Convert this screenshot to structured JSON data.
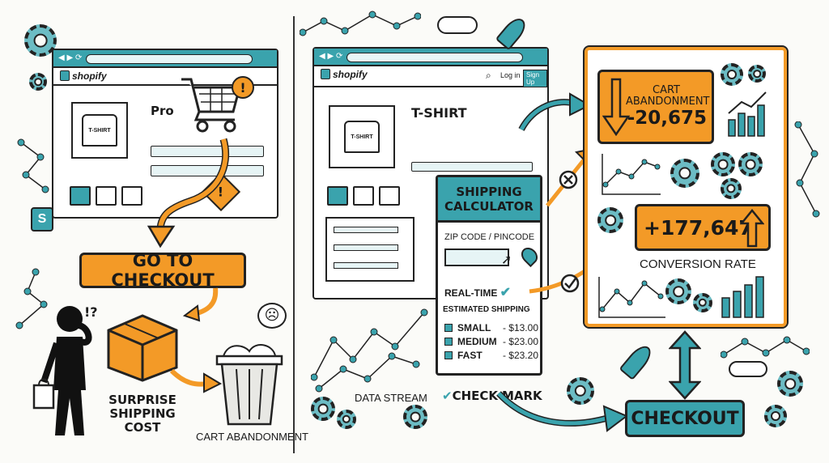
{
  "left_panel": {
    "logo_text": "shopify",
    "product_title": "Pro",
    "tshirt_text": "T-SHIRT",
    "checkout_label": "GO TO CHECKOUT",
    "surprise_label": "SURPRISE SHIPPING COST",
    "abandon_label": "CART ABANDONMENT",
    "confused_mark": "!?",
    "alert_mark": "!"
  },
  "middle_panel": {
    "logo_text": "shopify",
    "login_text": "Log in",
    "signup_text": "Sign Up",
    "product_title": "T-SHIRT",
    "tshirt_text": "T-SHIRT",
    "calculator": {
      "title": "SHIPPING CALCULATOR",
      "zip_label": "ZIP CODE / PINCODE",
      "realtime_label": "REAL-TIME",
      "estimated_label": "ESTIMATED SHIPPING",
      "options": [
        {
          "name": "SMALL",
          "price": "- $13.00"
        },
        {
          "name": "MEDIUM",
          "price": "- $23.00"
        },
        {
          "name": "FAST",
          "price": "- $23.20"
        }
      ]
    },
    "data_stream_label": "DATA STREAM",
    "checkmark_label": "CHECK-MARK"
  },
  "right_panel": {
    "cart_abandon_title": "CART ABANDONMENT",
    "cart_abandon_value": "-20,675",
    "conversion_value": "+177,647",
    "conversion_label": "CONVERSION RATE",
    "checkout_label": "CHECKOUT"
  },
  "colors": {
    "orange": "#f39a27",
    "teal": "#3aa3ad",
    "ink": "#222222"
  }
}
